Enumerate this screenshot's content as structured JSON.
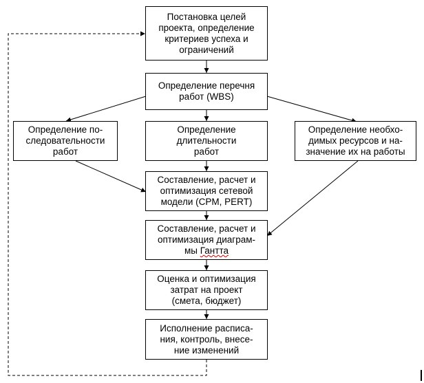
{
  "diagram": {
    "nodes": {
      "goals": {
        "lines": [
          "Постановка целей",
          "проекта, определение",
          "критериев успеха и",
          "ограничений"
        ]
      },
      "wbs": {
        "lines": [
          "Определение перечня",
          "работ (WBS)"
        ]
      },
      "sequence": {
        "lines": [
          "Определение по-",
          "следовательности",
          "работ"
        ]
      },
      "duration": {
        "lines": [
          "Определение",
          "длительности",
          "работ"
        ]
      },
      "resources": {
        "lines": [
          "Определение необхо-",
          "димых ресурсов и на-",
          "значение их на работы"
        ]
      },
      "network": {
        "lines": [
          "Составление, расчет и",
          "оптимизация сетевой",
          "модели (CPM, PERT)"
        ]
      },
      "gantt": {
        "lines": [
          "Составление, расчет и",
          "оптимизация диаграм-",
          "мы "
        ],
        "underlined": "Гантта"
      },
      "cost": {
        "lines": [
          "Оценка и оптимизация",
          "затрат на проект",
          "(смета, бюджет)"
        ]
      },
      "execution": {
        "lines": [
          "Исполнение расписа-",
          "ния, контроль, внесе-",
          "ние изменений"
        ]
      }
    },
    "edges": [
      {
        "from": "goals",
        "to": "wbs",
        "style": "solid"
      },
      {
        "from": "wbs",
        "to": "sequence",
        "style": "solid"
      },
      {
        "from": "wbs",
        "to": "duration",
        "style": "solid"
      },
      {
        "from": "wbs",
        "to": "resources",
        "style": "solid"
      },
      {
        "from": "duration",
        "to": "network",
        "style": "solid"
      },
      {
        "from": "sequence",
        "to": "network",
        "style": "solid"
      },
      {
        "from": "network",
        "to": "gantt",
        "style": "solid"
      },
      {
        "from": "resources",
        "to": "gantt",
        "style": "solid"
      },
      {
        "from": "gantt",
        "to": "cost",
        "style": "solid"
      },
      {
        "from": "cost",
        "to": "execution",
        "style": "solid"
      },
      {
        "from": "execution",
        "to": "goals",
        "style": "dashed"
      }
    ],
    "colors": {
      "stroke": "#000000",
      "background": "#ffffff",
      "spellcheck": "#cc0000"
    }
  }
}
